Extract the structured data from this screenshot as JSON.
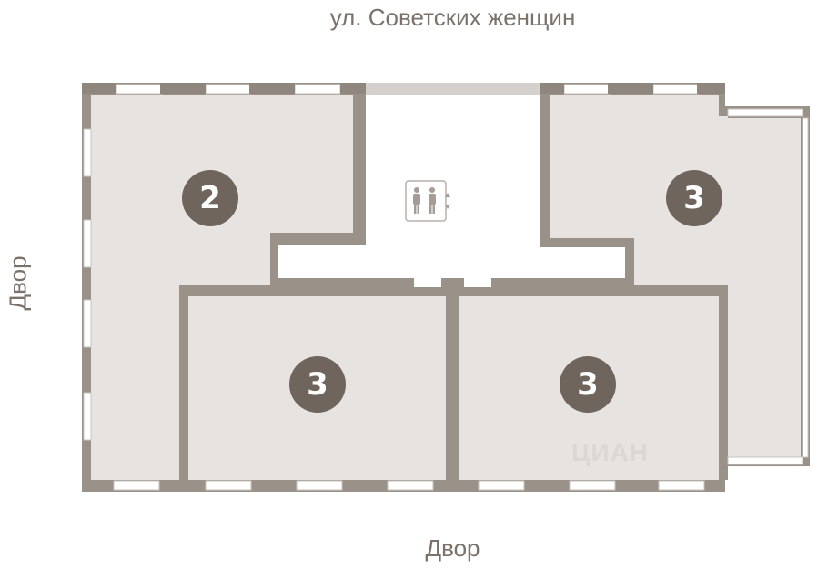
{
  "labels": {
    "street": "ул. Советских женщин",
    "courtyard_bottom": "Двор",
    "courtyard_left": "Двор"
  },
  "apartments": [
    {
      "rooms": "2"
    },
    {
      "rooms": "3"
    },
    {
      "rooms": "3"
    },
    {
      "rooms": "3"
    }
  ],
  "icons": {
    "elevator": "elevator-icon",
    "watermark": "cian-logo"
  },
  "watermark": "ЦИАН",
  "colors": {
    "wall": "#9a9189",
    "unit_fill": "#e6e3e1",
    "badge": "#6f655d",
    "window": "#ffffff",
    "text": "#7a726b"
  }
}
